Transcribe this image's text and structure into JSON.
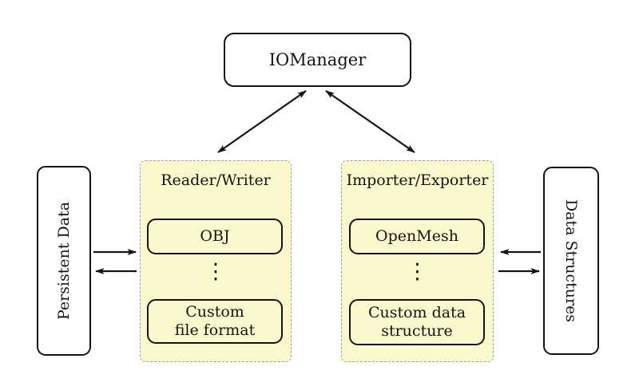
{
  "colors": {
    "background": "#ffffff",
    "group_fill": "#fcf8cd",
    "group_border": "#a0a096",
    "box_fill": "#ffffff",
    "ink": "#141414"
  },
  "nodes": {
    "io_manager": {
      "label": "IOManager"
    },
    "persistent_data": {
      "label": "Persistent Data"
    },
    "data_structures": {
      "label": "Data Structures"
    },
    "reader_writer": {
      "title": "Reader/Writer",
      "top_item": "OBJ",
      "ellipsis": "⋮",
      "bottom_item_line1": "Custom",
      "bottom_item_line2": "file format"
    },
    "importer_exporter": {
      "title": "Importer/Exporter",
      "top_item": "OpenMesh",
      "ellipsis": "⋮",
      "bottom_item_line1": "Custom data",
      "bottom_item_line2": "structure"
    }
  }
}
